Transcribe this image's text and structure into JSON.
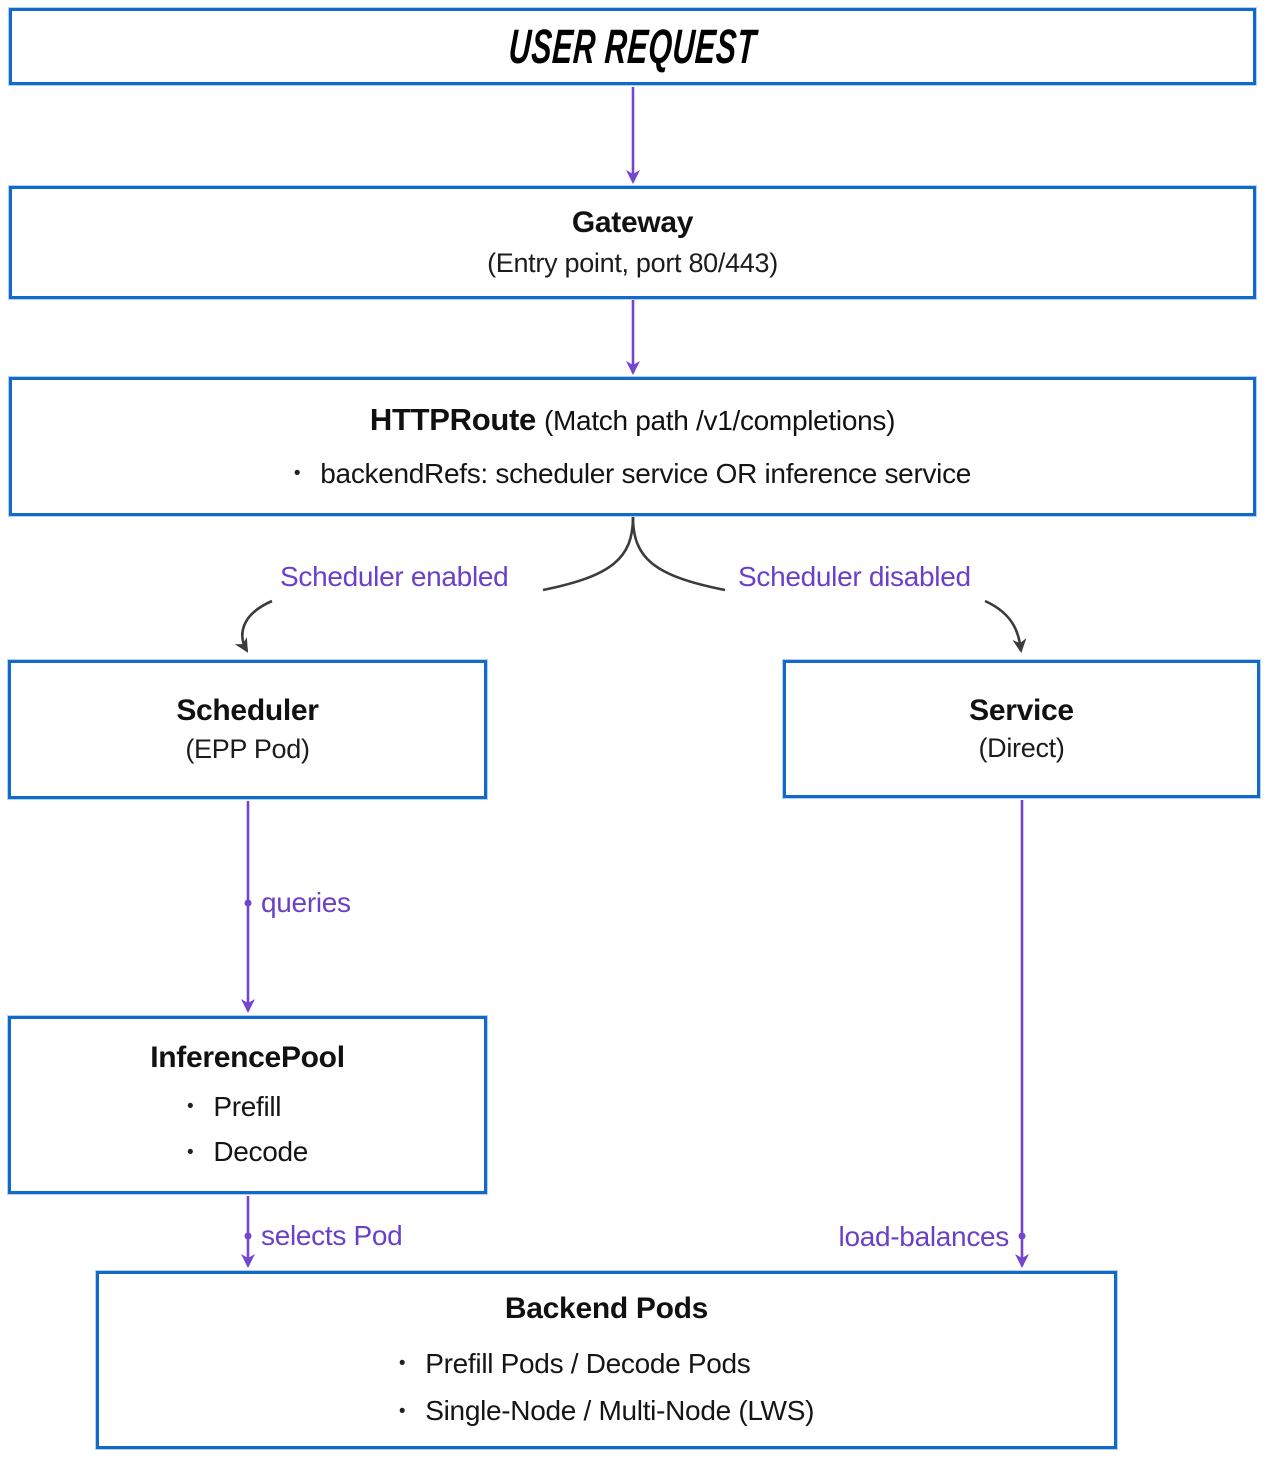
{
  "colors": {
    "box_border_blue": "#1169c9",
    "arrow_purple": "#7445cf",
    "label_purple": "#6b40c8",
    "branch_curve_dark": "#3b3b3b",
    "text_black": "#111111"
  },
  "nodes": {
    "user_request": {
      "title": "USER REQUEST"
    },
    "gateway": {
      "title": "Gateway",
      "subtitle": "(Entry point, port 80/443)"
    },
    "httproute": {
      "title": "HTTPRoute",
      "title_note": "(Match path /v1/completions)",
      "bullets": [
        "backendRefs: scheduler service OR inference service"
      ]
    },
    "scheduler": {
      "title": "Scheduler",
      "subtitle": "(EPP Pod)"
    },
    "service": {
      "title": "Service",
      "subtitle": "(Direct)"
    },
    "inference_pool": {
      "title": "InferencePool",
      "bullets": [
        "Prefill",
        "Decode"
      ]
    },
    "backend_pods": {
      "title": "Backend Pods",
      "bullets": [
        "Prefill Pods / Decode Pods",
        "Single-Node / Multi-Node (LWS)"
      ]
    }
  },
  "edge_labels": {
    "scheduler_enabled": "Scheduler enabled",
    "scheduler_disabled": "Scheduler disabled",
    "queries": "queries",
    "selects_pod": "selects Pod",
    "load_balances": "load-balances"
  }
}
